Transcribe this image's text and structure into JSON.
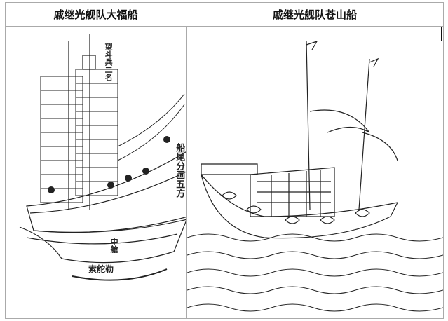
{
  "table": {
    "headers": [
      "戚继光舰队大福船",
      "戚继光舰队苍山船"
    ]
  },
  "left_illustration": {
    "labels": {
      "lookout": "望斗兵二名",
      "stern": "船尾分画五方",
      "caption": "索舵勒",
      "middle": "中艙"
    }
  }
}
